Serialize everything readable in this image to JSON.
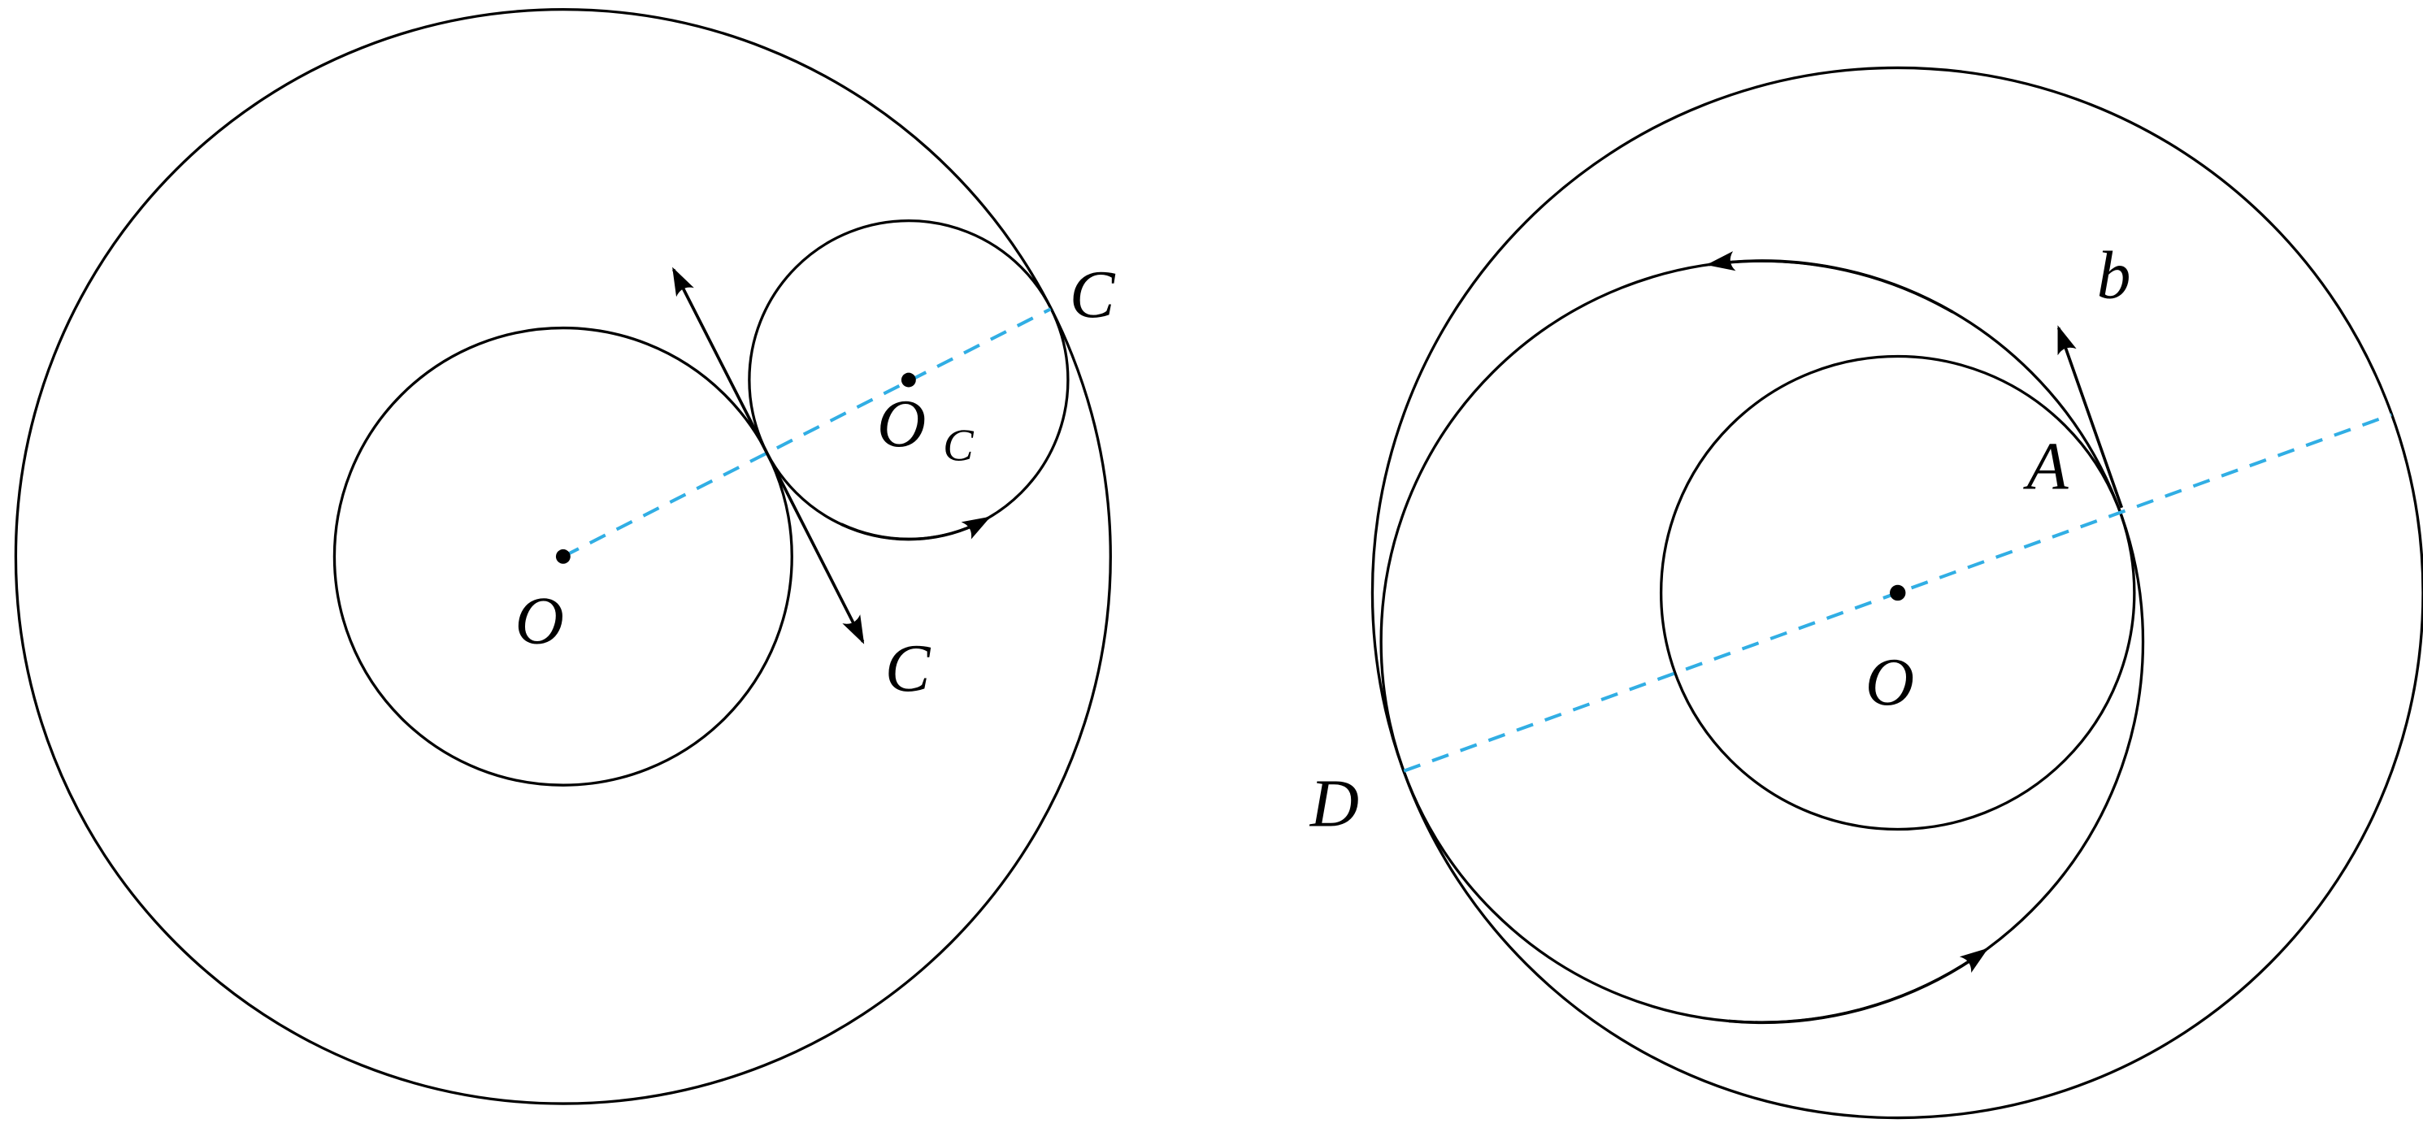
{
  "figure": {
    "background_color": "#ffffff",
    "line_color": "#000000",
    "dashed_line_color": "#31aee4",
    "left_diagram": {
      "center_label": "O",
      "small_circle_center_label_base": "O",
      "small_circle_center_label_sub": "C",
      "tangency_point_label": "C",
      "tangent_line_label": "C"
    },
    "right_diagram": {
      "center_label": "O",
      "tangency_point_label": "A",
      "velocity_arrow_label": "b",
      "diameter_end_label": "D"
    }
  }
}
